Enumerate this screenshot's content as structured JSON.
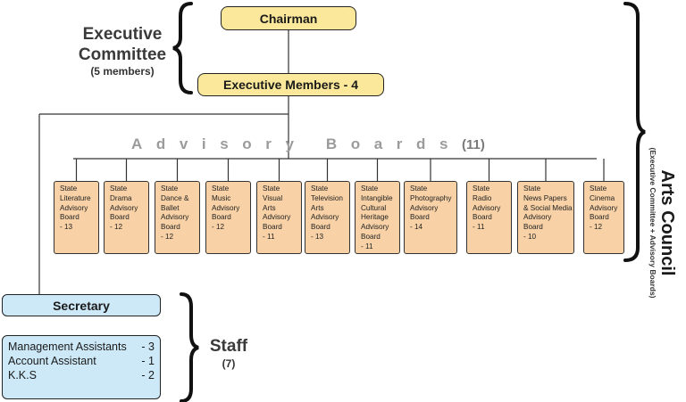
{
  "chairman": "Chairman",
  "executive_members": "Executive Members - 4",
  "executive_committee": {
    "line1": "Executive",
    "line2": "Committee",
    "note": "(5 members)"
  },
  "advisory": {
    "label": "Advisory Boards",
    "count": "(11)"
  },
  "boards": [
    {
      "lines": [
        "State",
        "Literature",
        "Advisory",
        "Board",
        "- 13"
      ]
    },
    {
      "lines": [
        "State",
        "Drama",
        "Advisory",
        "Board",
        "- 12"
      ]
    },
    {
      "lines": [
        "State",
        "Dance &",
        "Ballet",
        "Advisory",
        "Board",
        "- 12"
      ]
    },
    {
      "lines": [
        "State",
        "Music",
        "Advisory",
        "Board",
        "- 12"
      ]
    },
    {
      "lines": [
        "State",
        "Visual",
        "Arts",
        "Advisory",
        "Board",
        "- 11"
      ]
    },
    {
      "lines": [
        "State",
        "Television",
        "Arts",
        "Advisory",
        "Board",
        "- 13"
      ]
    },
    {
      "lines": [
        "State",
        "Intangible",
        "Cultural",
        "Heritage",
        "Advisory",
        "Board",
        "- 11"
      ]
    },
    {
      "lines": [
        "State",
        "Photography",
        "Advisory",
        "Board",
        "- 14"
      ]
    },
    {
      "lines": [
        "State",
        "Radio",
        "Advisory",
        "Board",
        "- 11"
      ]
    },
    {
      "lines": [
        "State",
        "News Papers",
        "& Social Media",
        "Advisory",
        "Board",
        "- 10"
      ]
    },
    {
      "lines": [
        "State",
        "Cinema",
        "Advisory",
        "Board",
        "- 12"
      ]
    }
  ],
  "arts_council": {
    "title": "Arts Council",
    "note": "(Executive Committee + Advisory Boards)"
  },
  "secretary": "Secretary",
  "staff_members": [
    {
      "name": "Management Assistants",
      "count": "- 3"
    },
    {
      "name": "Account Assistant",
      "count": "- 1"
    },
    {
      "name": "K.K.S",
      "count": "- 2"
    }
  ],
  "staff": {
    "label": "Staff",
    "count": "(7)"
  },
  "colors": {
    "yellow": "#fbe89a",
    "orange": "#f8d2a6",
    "blue": "#cde8f7"
  }
}
